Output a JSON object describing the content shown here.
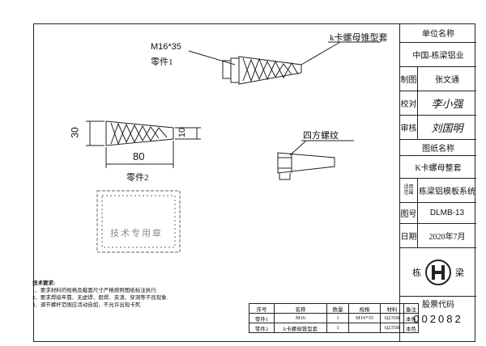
{
  "drawing": {
    "part_label_m16": "M16*35",
    "part1_name": "零件1",
    "k_nut_label": "k卡螺母锥型套",
    "dim_30": "30",
    "dim_10": "10",
    "dim_80": "80",
    "part2_name": "零件2",
    "square_thread_label": "四方螺纹",
    "stamp_text": "技术专用章"
  },
  "tech_notes": {
    "title": "技术要求:",
    "items": [
      "1、要求材料的规格及截面尺寸严格按照图纸标注执行.",
      "2、要求焊接牢靠、无虚焊、假焊、夹渣、穿洞等不良现象.",
      "3、调节螺杆范围应活动自如，不允许出现卡死."
    ]
  },
  "title_block": {
    "unit_name_label": "单位名称",
    "unit_name": "中国-栋梁铝业",
    "drawn_label": "制图",
    "drawn_by": "张文通",
    "checked_label": "校对",
    "checked_by": "李小强",
    "approved_label": "审核",
    "approved_by": "刘国明",
    "drawing_name_label": "图纸名称",
    "drawing_name": "K卡螺母整套",
    "scope_label": "适用范围",
    "scope": "栋梁铝模板系统",
    "drawing_no_label": "图号",
    "drawing_no": "DLMB-13",
    "date_label": "日期",
    "date": "2020年7月",
    "logo_left": "栋",
    "logo_right": "梁",
    "stock_code_label": "股票代码",
    "stock_code": "002082"
  },
  "parts_table": {
    "headers": [
      "序号",
      "名称",
      "数量",
      "规格",
      "材料",
      "备注"
    ],
    "rows": [
      [
        "零件1",
        "M16",
        "1",
        "M16*35",
        "Q235B",
        "本色"
      ],
      [
        "零件2",
        "k卡螺母锥型套",
        "1",
        "",
        "Q235B",
        "本色"
      ]
    ]
  }
}
